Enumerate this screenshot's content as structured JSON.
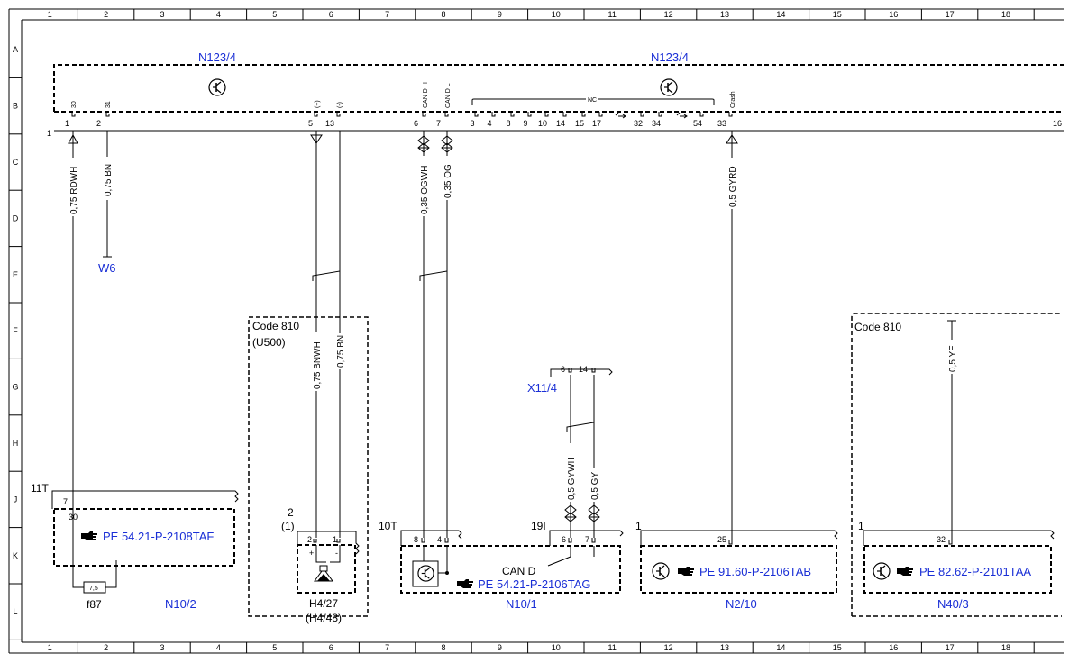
{
  "grid": {
    "columns": [
      "1",
      "2",
      "3",
      "4",
      "5",
      "6",
      "7",
      "8",
      "9",
      "10",
      "11",
      "12",
      "13",
      "14",
      "15",
      "16",
      "17",
      "18"
    ],
    "rows": [
      "A",
      "B",
      "C",
      "D",
      "E",
      "F",
      "G",
      "H",
      "J",
      "K",
      "L"
    ]
  },
  "components": {
    "n123_4_left": "N123/4",
    "n123_4_right": "N123/4",
    "w6": "W6",
    "x11_4": "X11/4",
    "n10_2": "N10/2",
    "h4_27": "H4/27",
    "h4_48": "(H4/48)",
    "n10_1": "N10/1",
    "n2_10": "N2/10",
    "n40_3": "N40/3",
    "f87": "f87",
    "fuse_value": "7,5"
  },
  "codes": {
    "code810_a": "Code 810",
    "u500": "(U500)",
    "code810_b": "Code 810",
    "can_d": "CAN D"
  },
  "connectors": {
    "c1": "1",
    "c11t": "11T",
    "c2": "2",
    "c1p": "(1)",
    "c10t": "10T",
    "c19i": "19I",
    "c1_n2": "1",
    "c1_n40": "1"
  },
  "pins": {
    "p1": "1",
    "p2": "2",
    "p5": "5",
    "p13": "13",
    "p6": "6",
    "p7": "7",
    "nc_list": [
      "3",
      "4",
      "8",
      "9",
      "10",
      "14",
      "15",
      "17",
      "32",
      "34",
      "54"
    ],
    "p33": "33",
    "p16": "16",
    "x11_6": "6",
    "x11_14": "14",
    "n10_2_pin7": "7",
    "n10_2_pin30": "30",
    "h4_pin2": "2",
    "h4_pin1": "1",
    "h4_plus": "+",
    "h4_minus": "-",
    "n10_1_pin8": "8",
    "n10_1_pin4": "4",
    "n10_1_pin6": "6",
    "n10_1_pin7": "7",
    "n2_10_pin25": "25",
    "n40_3_pin32": "32"
  },
  "pin_tags": {
    "t30": "30",
    "t31": "31",
    "tplus": "(+)",
    "tminus": "(-)",
    "can_dh": "CAN D H",
    "can_dl": "CAN D L",
    "nc": "NC",
    "crash": "Crash"
  },
  "wires": {
    "w_rdwh": "0,75 RDWH",
    "w_bn": "0,75 BN",
    "w_ogwh": "0,35 OGWH",
    "w_og": "0,35 OG",
    "w_gyrd": "0,5 GYRD",
    "w_bnwh": "0,75 BNWH",
    "w_bn2": "0,75 BN",
    "w_ye": "0,5 YE",
    "w_gywh": "0,5 GYWH",
    "w_gy": "0,5 GY"
  },
  "references": {
    "ref_n10_2": "PE 54.21-P-2108TAF",
    "ref_n10_1": "PE 54.21-P-2106TAG",
    "ref_n2_10": "PE 91.60-P-2106TAB",
    "ref_n40_3": "PE 82.62-P-2101TAA"
  },
  "icons": {
    "transistor": "transistor-icon",
    "hand": "pointing-hand-icon",
    "speaker": "speaker-icon",
    "fuse": "fuse-icon"
  },
  "colors": {
    "ref_blue": "#1a2fd6",
    "line": "#000000"
  }
}
